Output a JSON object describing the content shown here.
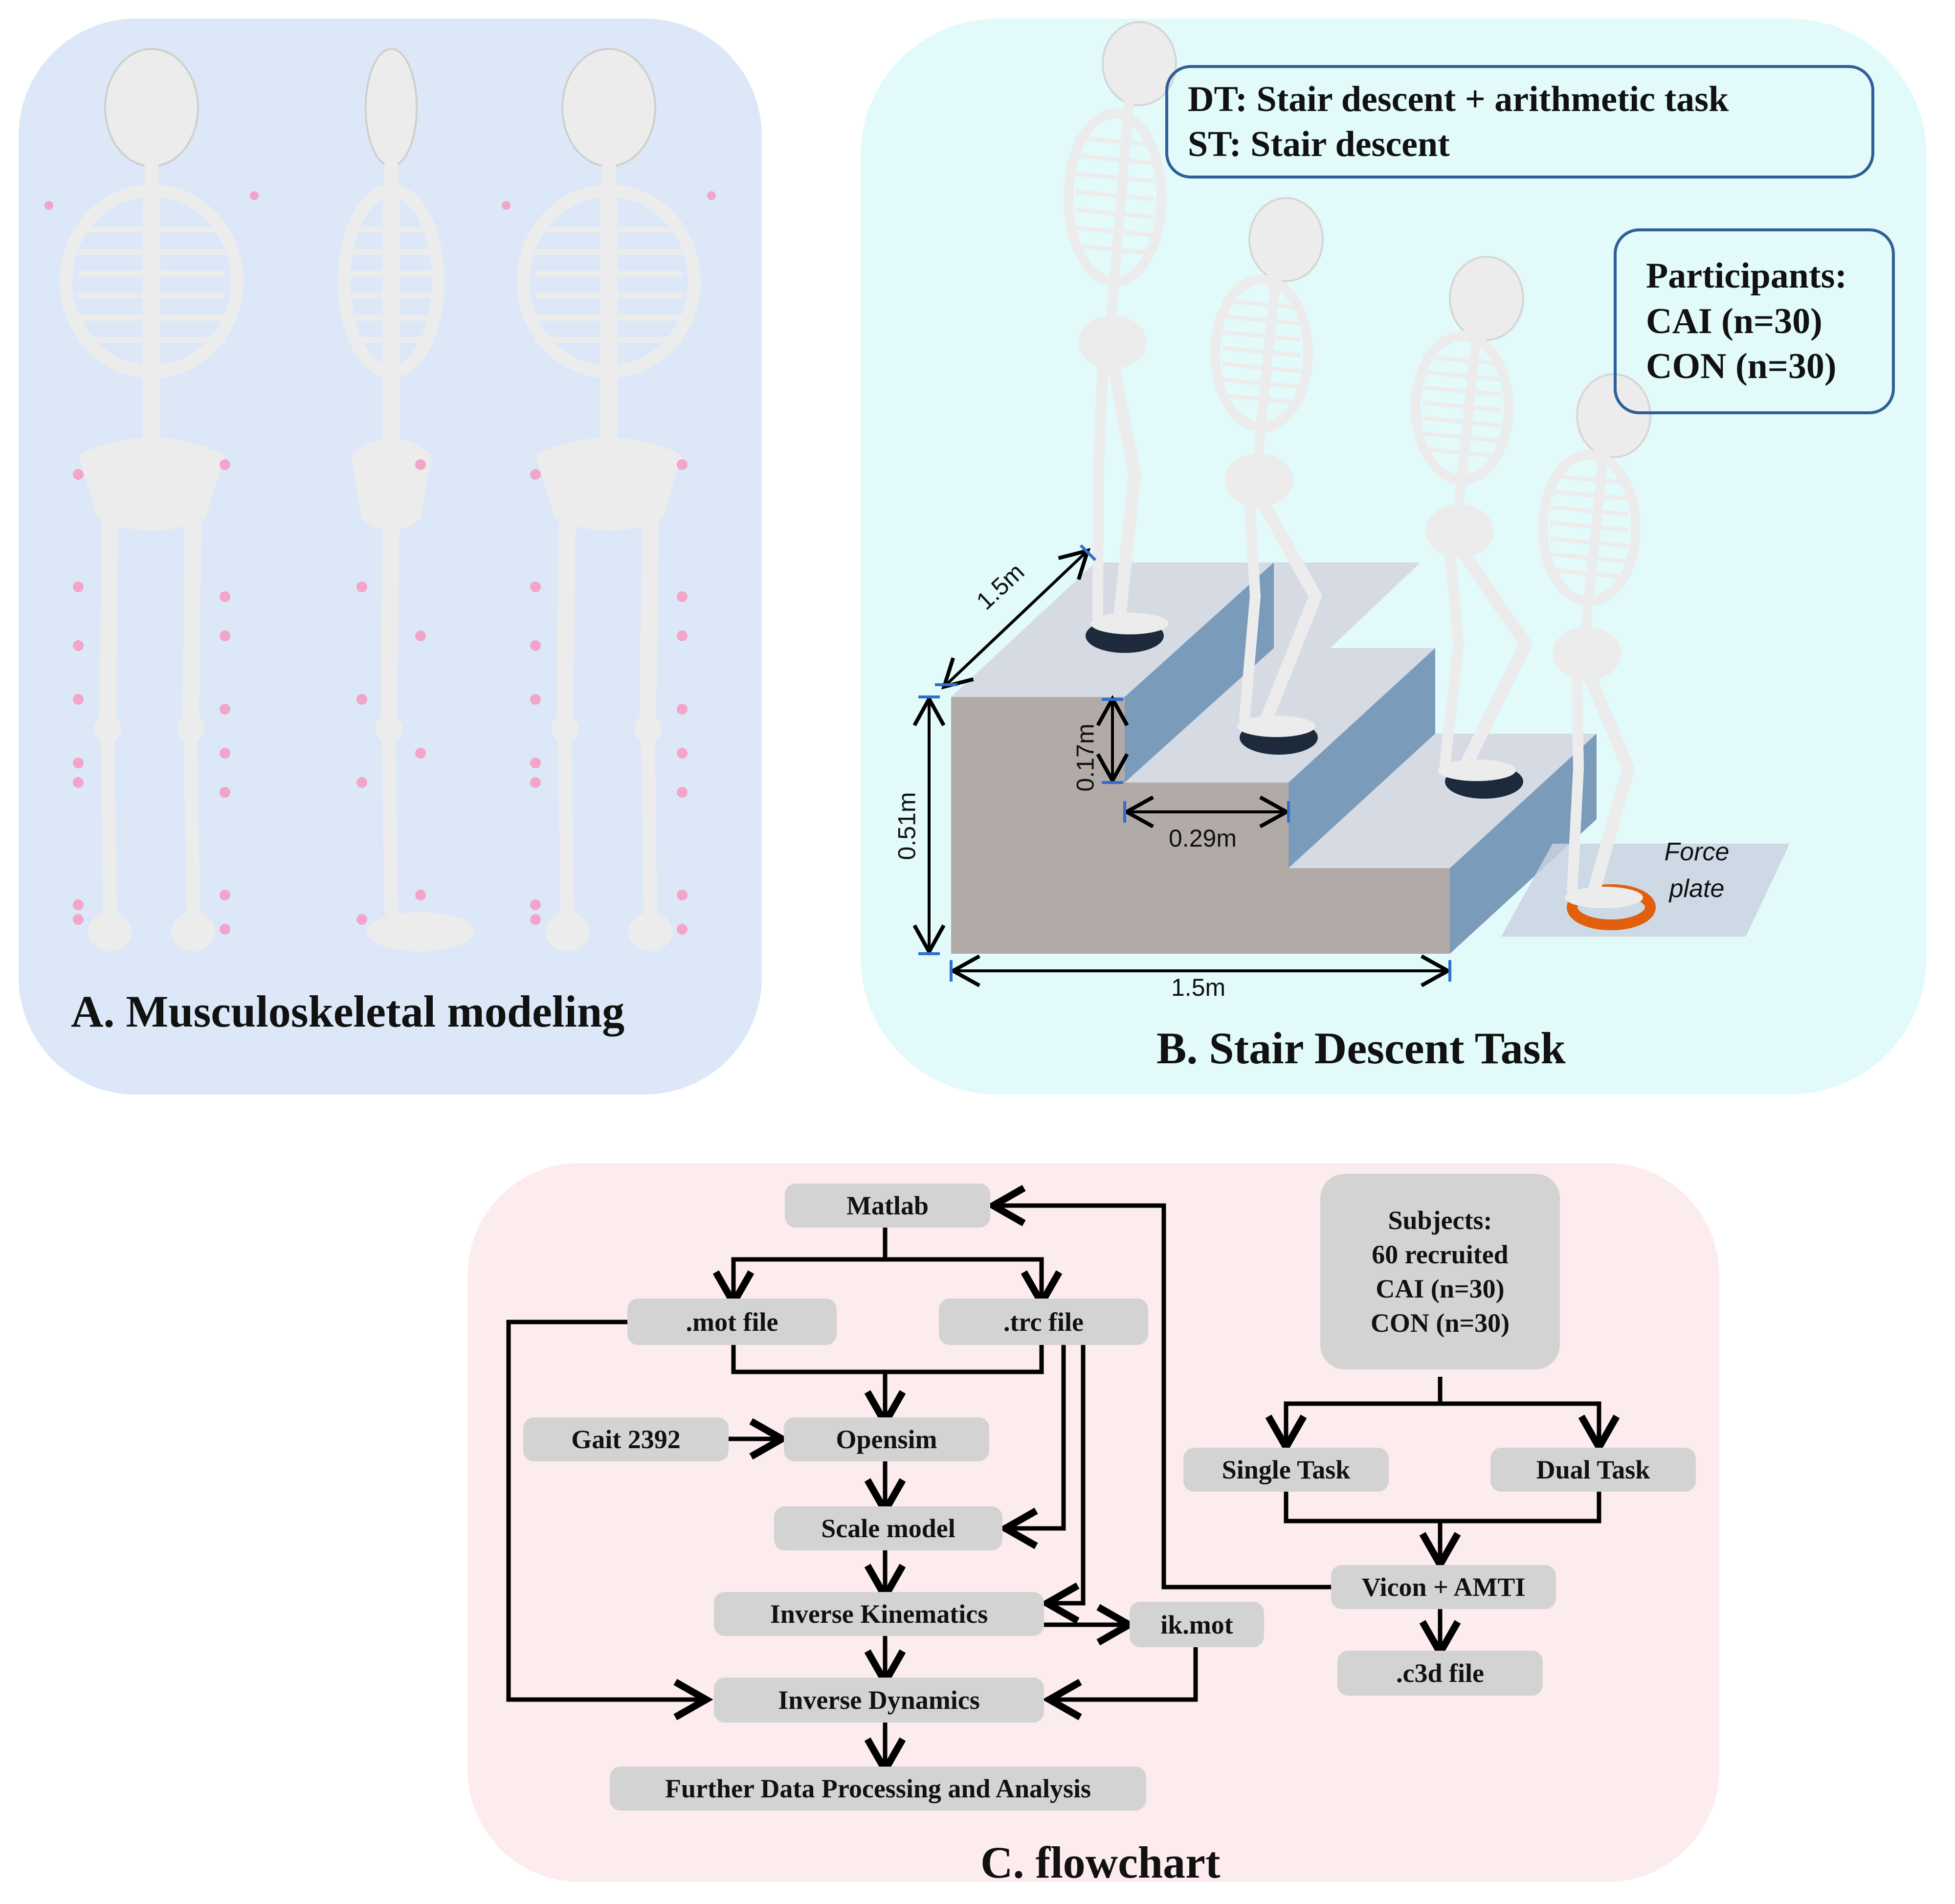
{
  "panel_a": {
    "title": "A. Musculoskeletal modeling",
    "views": [
      "front",
      "side",
      "back"
    ]
  },
  "panel_b": {
    "title": "B. Stair Descent Task",
    "task_box": {
      "lines": [
        "DT: Stair descent + arithmetic task",
        "ST: Stair descent"
      ]
    },
    "participants_box": {
      "lines": [
        "Participants:",
        "CAI (n=30)",
        "CON (n=30)"
      ]
    },
    "dimensions": {
      "depth": "1.5m",
      "height": "0.51m",
      "step_height": "0.17m",
      "step_depth": "0.29m",
      "width": "1.5m"
    },
    "force_plate": {
      "lines": [
        "Force",
        "plate"
      ]
    }
  },
  "panel_c": {
    "title": "C. flowchart",
    "nodes": {
      "matlab": "Matlab",
      "mot_file": ".mot file",
      "trc_file": ".trc file",
      "gait2392": "Gait 2392",
      "opensim": "Opensim",
      "scale_model": "Scale model",
      "inverse_kinematics": "Inverse Kinematics",
      "ik_mot": "ik.mot",
      "inverse_dynamics": "Inverse Dynamics",
      "further": "Further Data Processing and Analysis",
      "subjects": [
        "Subjects:",
        "60 recruited",
        "CAI (n=30)",
        "CON (n=30)"
      ],
      "single_task": "Single Task",
      "dual_task": "Dual Task",
      "vicon": "Vicon + AMTI",
      "c3d_file": ".c3d file"
    }
  },
  "colors": {
    "panel_a_bg": "#dce8f7",
    "panel_b_bg": "#e2fafa",
    "panel_c_bg": "#fdeced",
    "box_gray": "#d3d3d3",
    "info_border": "#2f5f96",
    "stair_front": "#b2aaa6",
    "stair_top": "#d6dbe3",
    "stair_riser": "#7b9bbb",
    "foot_marker": "#1c2a3c",
    "force_plate_marker": "#e2600d",
    "marker_pink": "#f2a5c8",
    "bone": "#ececec"
  }
}
